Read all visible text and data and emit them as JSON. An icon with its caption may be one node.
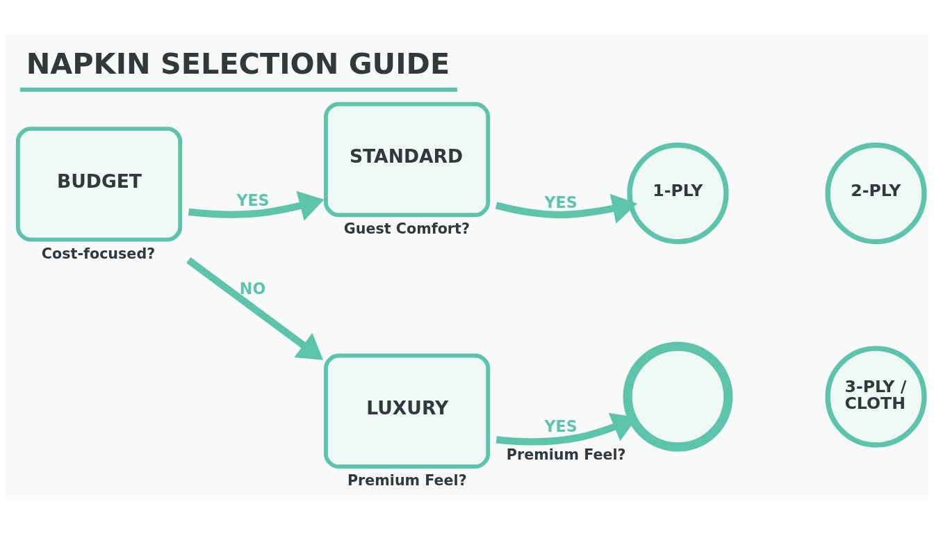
{
  "diagram": {
    "title": "NAPKIN SELECTION GUIDE",
    "nodes": [
      {
        "text": [
          "BUDGET"
        ],
        "beside": [
          "Cost-focused?"
        ]
      },
      {
        "text": [
          "STANDARD"
        ],
        "beside": [
          "Guest Comfort?"
        ]
      },
      {
        "text": [
          "1-PLY"
        ]
      },
      {
        "text": [
          "2-PLY"
        ]
      },
      {
        "text": [
          "LUXURY"
        ],
        "beside": [
          "Premium Feel?"
        ]
      },
      {
        "text": [],
        "shape": "circle",
        "beside": [
          "Premium Feel?"
        ]
      },
      {
        "text": [
          "3-PLY / CLOTH"
        ]
      }
    ],
    "edges": [
      {
        "from": 0,
        "to": 1,
        "arrow": "to",
        "label": "YES"
      },
      {
        "from": 1,
        "to": 2,
        "arrow": "to",
        "label": "YES"
      },
      {
        "from": 0,
        "to": 4,
        "arrow": "to",
        "label": "NO"
      },
      {
        "from": 4,
        "to": 5,
        "arrow": "to",
        "label": "YES"
      }
    ]
  }
}
